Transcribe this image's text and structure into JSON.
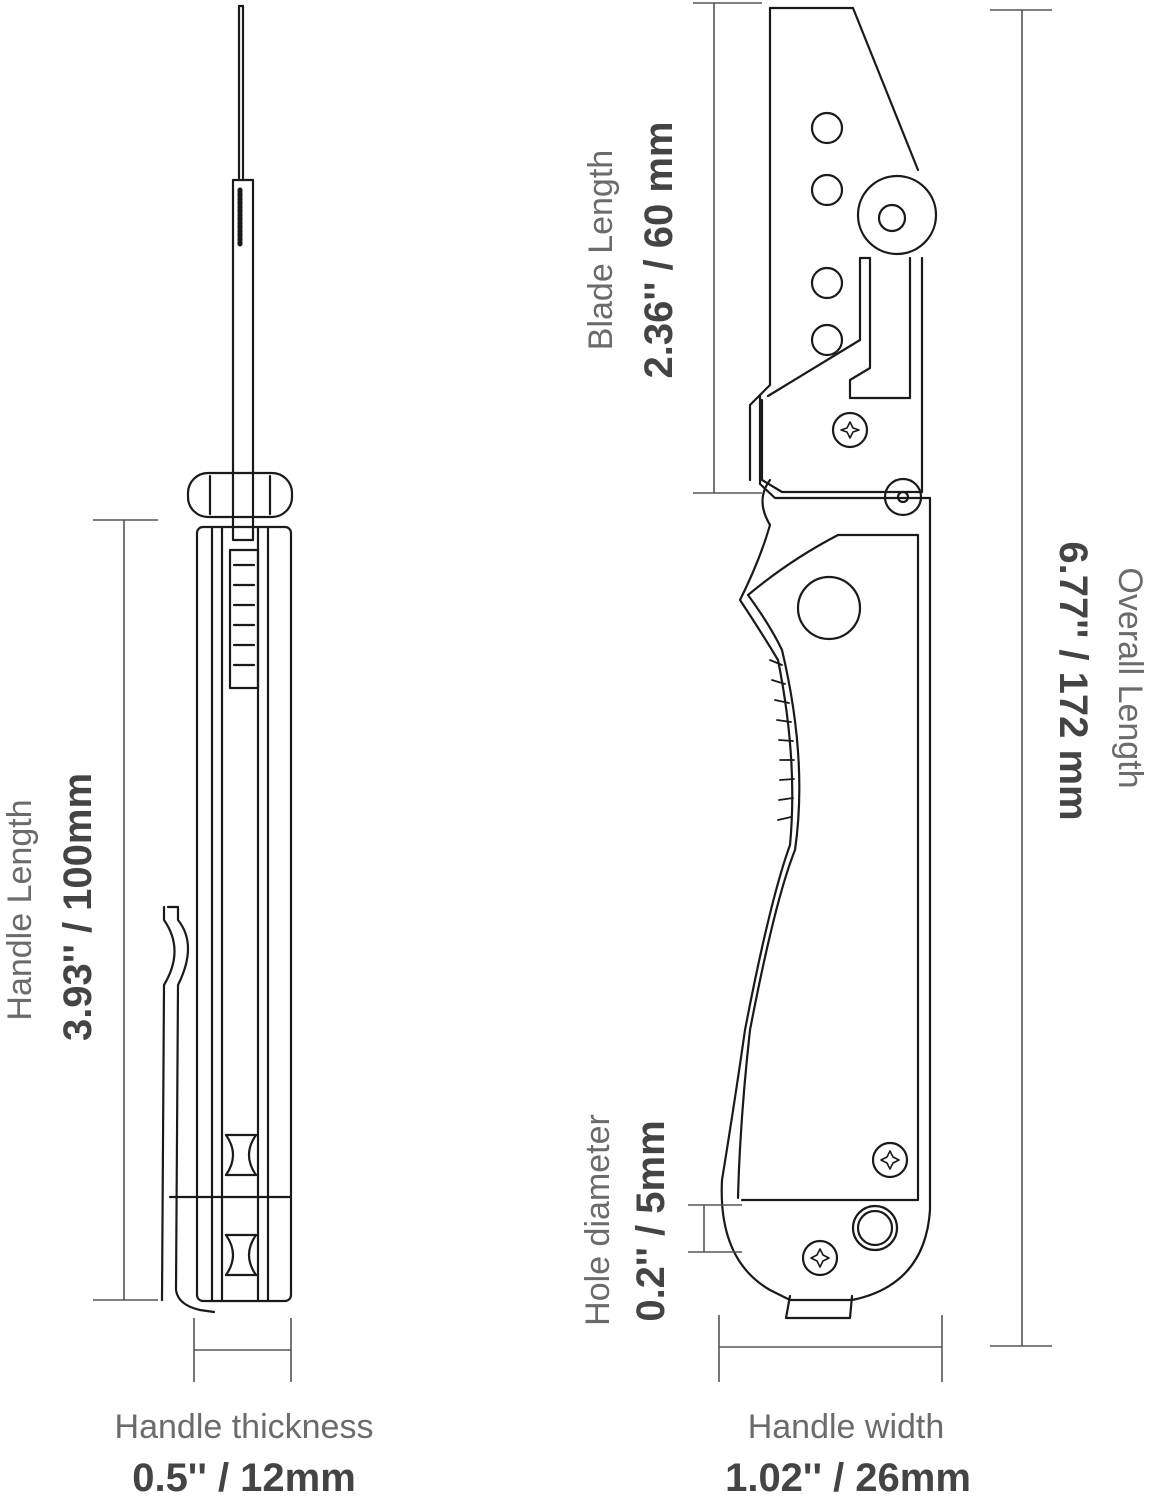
{
  "dimensions": {
    "blade_length": {
      "label": "Blade Length",
      "value": "2.36'' / 60 mm"
    },
    "overall_length": {
      "label": "Overall Length",
      "value": "6.77'' / 172 mm"
    },
    "handle_length": {
      "label": "Handle Length",
      "value": "3.93'' / 100mm"
    },
    "hole_diameter": {
      "label": "Hole diameter",
      "value": "0.2'' / 5mm"
    },
    "handle_thickness": {
      "label": "Handle thickness",
      "value": "0.5'' / 12mm"
    },
    "handle_width": {
      "label": "Handle width",
      "value": "1.02'' / 26mm"
    }
  },
  "colors": {
    "line": "#1a1a1a",
    "dim_line": "#555555",
    "text_light": "#6b6b6b",
    "text_bold": "#444444"
  }
}
